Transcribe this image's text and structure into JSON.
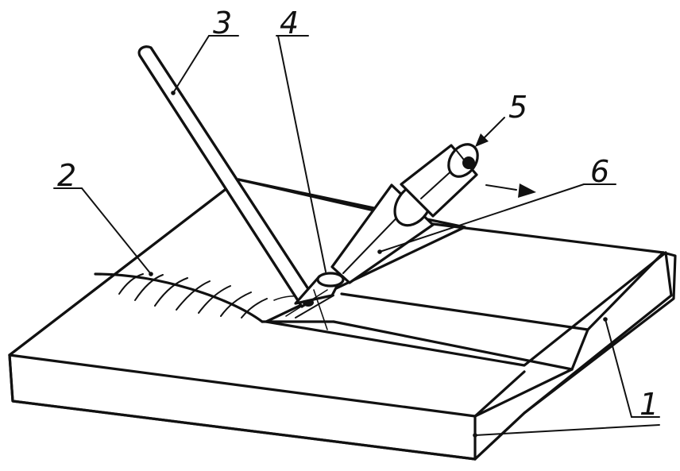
{
  "labels": {
    "plate": "1",
    "weld_seam": "2",
    "filler_rod": "3",
    "weld_pool": "4",
    "gas_supply": "5",
    "torch": "6"
  }
}
